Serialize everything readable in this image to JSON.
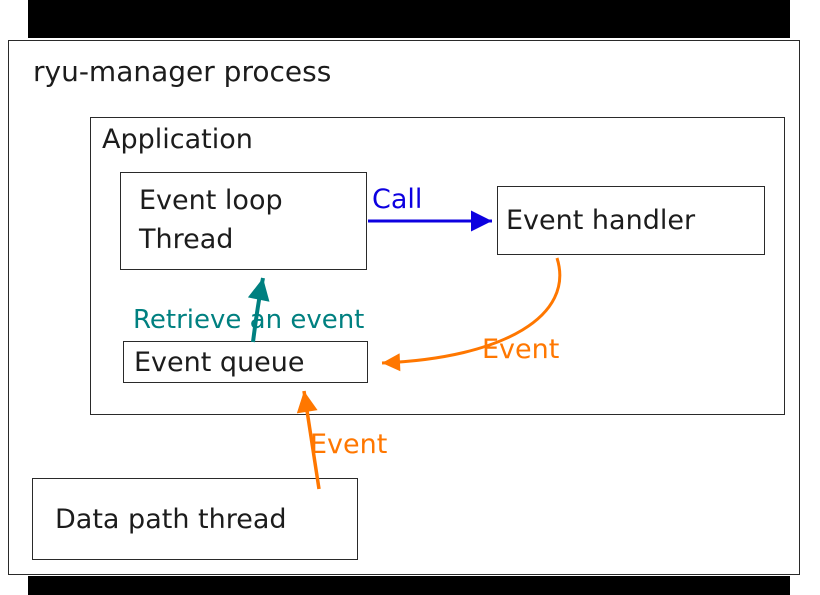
{
  "diagram": {
    "outer_label": "ryu-manager process",
    "application_label": "Application",
    "boxes": {
      "event_loop": {
        "line1": "Event loop",
        "line2": "Thread"
      },
      "event_handler": "Event handler",
      "event_queue": "Event queue",
      "data_path_thread": "Data path thread"
    },
    "arrows": {
      "call_label": "Call",
      "retrieve_label": "Retrieve an event",
      "event_from_handler_label": "Event",
      "event_from_datapath_label": "Event"
    },
    "colors": {
      "call_arrow": "#0d00e0",
      "retrieve_arrow": "#008080",
      "event_arrow": "#ff7700"
    }
  }
}
